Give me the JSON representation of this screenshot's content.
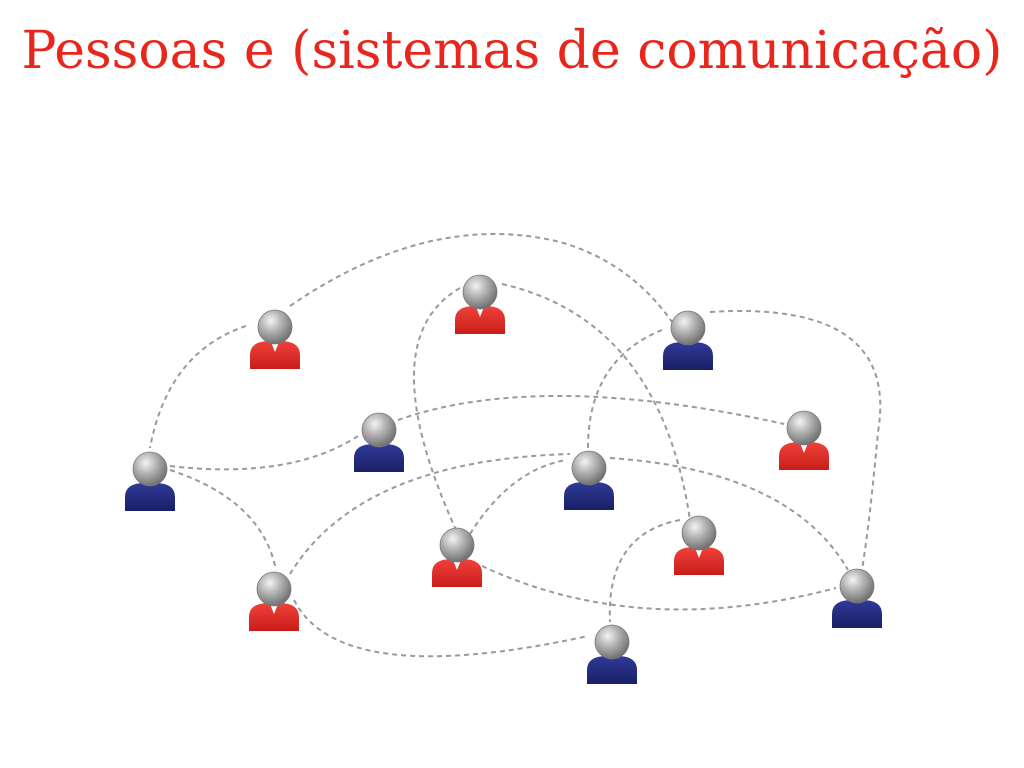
{
  "title": "Pessoas e (sistemas de comunicação)",
  "colors": {
    "title": "#e8261c",
    "person_red": "#e02b26",
    "person_blue": "#222a7c",
    "head": "#a8a8a8",
    "link": "#9a9a9a"
  },
  "icons": {
    "person": "person-icon"
  },
  "people": [
    {
      "id": "p1",
      "color": "red"
    },
    {
      "id": "p2",
      "color": "red"
    },
    {
      "id": "p3",
      "color": "blue"
    },
    {
      "id": "p4",
      "color": "blue"
    },
    {
      "id": "p5",
      "color": "red"
    },
    {
      "id": "p6",
      "color": "blue"
    },
    {
      "id": "p7",
      "color": "blue"
    },
    {
      "id": "p8",
      "color": "red"
    },
    {
      "id": "p9",
      "color": "red"
    },
    {
      "id": "p10",
      "color": "red"
    },
    {
      "id": "p11",
      "color": "blue"
    },
    {
      "id": "p12",
      "color": "blue"
    }
  ],
  "connections": [
    [
      "p1",
      "p6"
    ],
    [
      "p1",
      "p3"
    ],
    [
      "p6",
      "p4"
    ],
    [
      "p6",
      "p10"
    ],
    [
      "p4",
      "p5"
    ],
    [
      "p2",
      "p8"
    ],
    [
      "p2",
      "p9"
    ],
    [
      "p3",
      "p7"
    ],
    [
      "p3",
      "p11"
    ],
    [
      "p8",
      "p7"
    ],
    [
      "p7",
      "p11"
    ],
    [
      "p9",
      "p12"
    ],
    [
      "p10",
      "p7"
    ],
    [
      "p10",
      "p12"
    ],
    [
      "p8",
      "p11"
    ]
  ]
}
